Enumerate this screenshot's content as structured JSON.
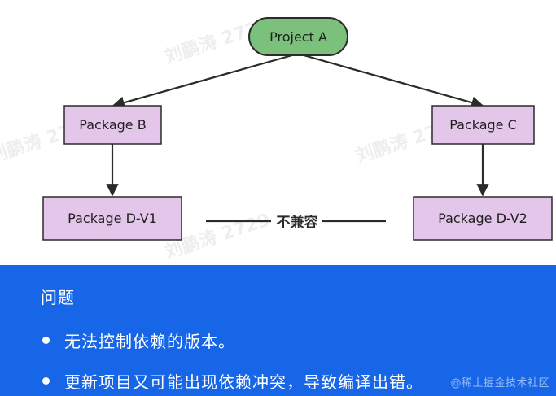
{
  "diagram": {
    "nodes": {
      "project_a": "Project A",
      "package_b": "Package B",
      "package_c": "Package C",
      "package_d_v1": "Package D-V1",
      "package_d_v2": "Package D-V2"
    },
    "incompatible_label": "不兼容",
    "watermark": "刘鹏涛 2729",
    "colors": {
      "project_fill": "#7cc17b",
      "package_fill": "#e3c6e9",
      "panel_bg": "#1766e8"
    }
  },
  "panel": {
    "title": "问题",
    "bullets": [
      "无法控制依赖的版本。",
      "更新项目又可能出现依赖冲突，导致编译出错。"
    ],
    "watermark": "@稀土掘金技术社区"
  }
}
